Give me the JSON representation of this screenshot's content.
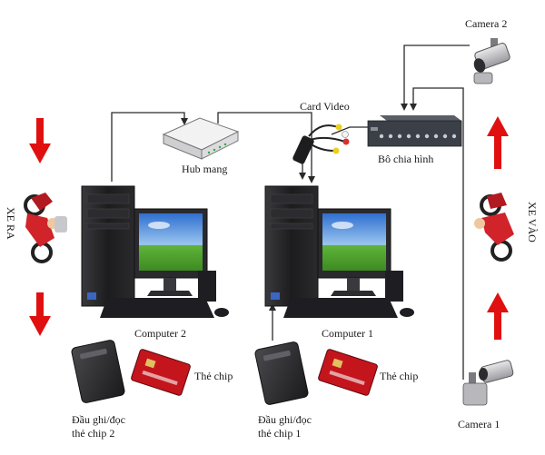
{
  "labels": {
    "camera2": "Camera 2",
    "card_video": "Card Video",
    "hub": "Hub mang",
    "splitter": "Bô chia hình",
    "xe_ra": "XE RA",
    "xe_vao": "XE VÀO",
    "computer2": "Computer 2",
    "computer1": "Computer 1",
    "the_chip_left": "Thẻ chip",
    "the_chip_right": "Thẻ chip",
    "reader2_line1": "Đầu ghi/đọc",
    "reader2_line2": "thẻ chip 2",
    "reader1_line1": "Đầu ghi/đọc",
    "reader1_line2": "thẻ chip 1",
    "camera1": "Camera 1"
  },
  "colors": {
    "arrow_red": "#e01010",
    "card_red": "#c4151c",
    "wire": "#2a2a2a",
    "tower_dark": "#1e1e20",
    "sky_blue": "#3c7ed6",
    "grass_green": "#49a02c",
    "moto_red": "#d0232a"
  },
  "icons": [
    "camera-icon",
    "network-hub-icon",
    "video-capture-card-icon",
    "video-splitter-icon",
    "computer-icon",
    "motorbike-icon",
    "rfid-reader-icon",
    "chip-card-icon",
    "arrow-down-icon",
    "arrow-up-icon"
  ]
}
